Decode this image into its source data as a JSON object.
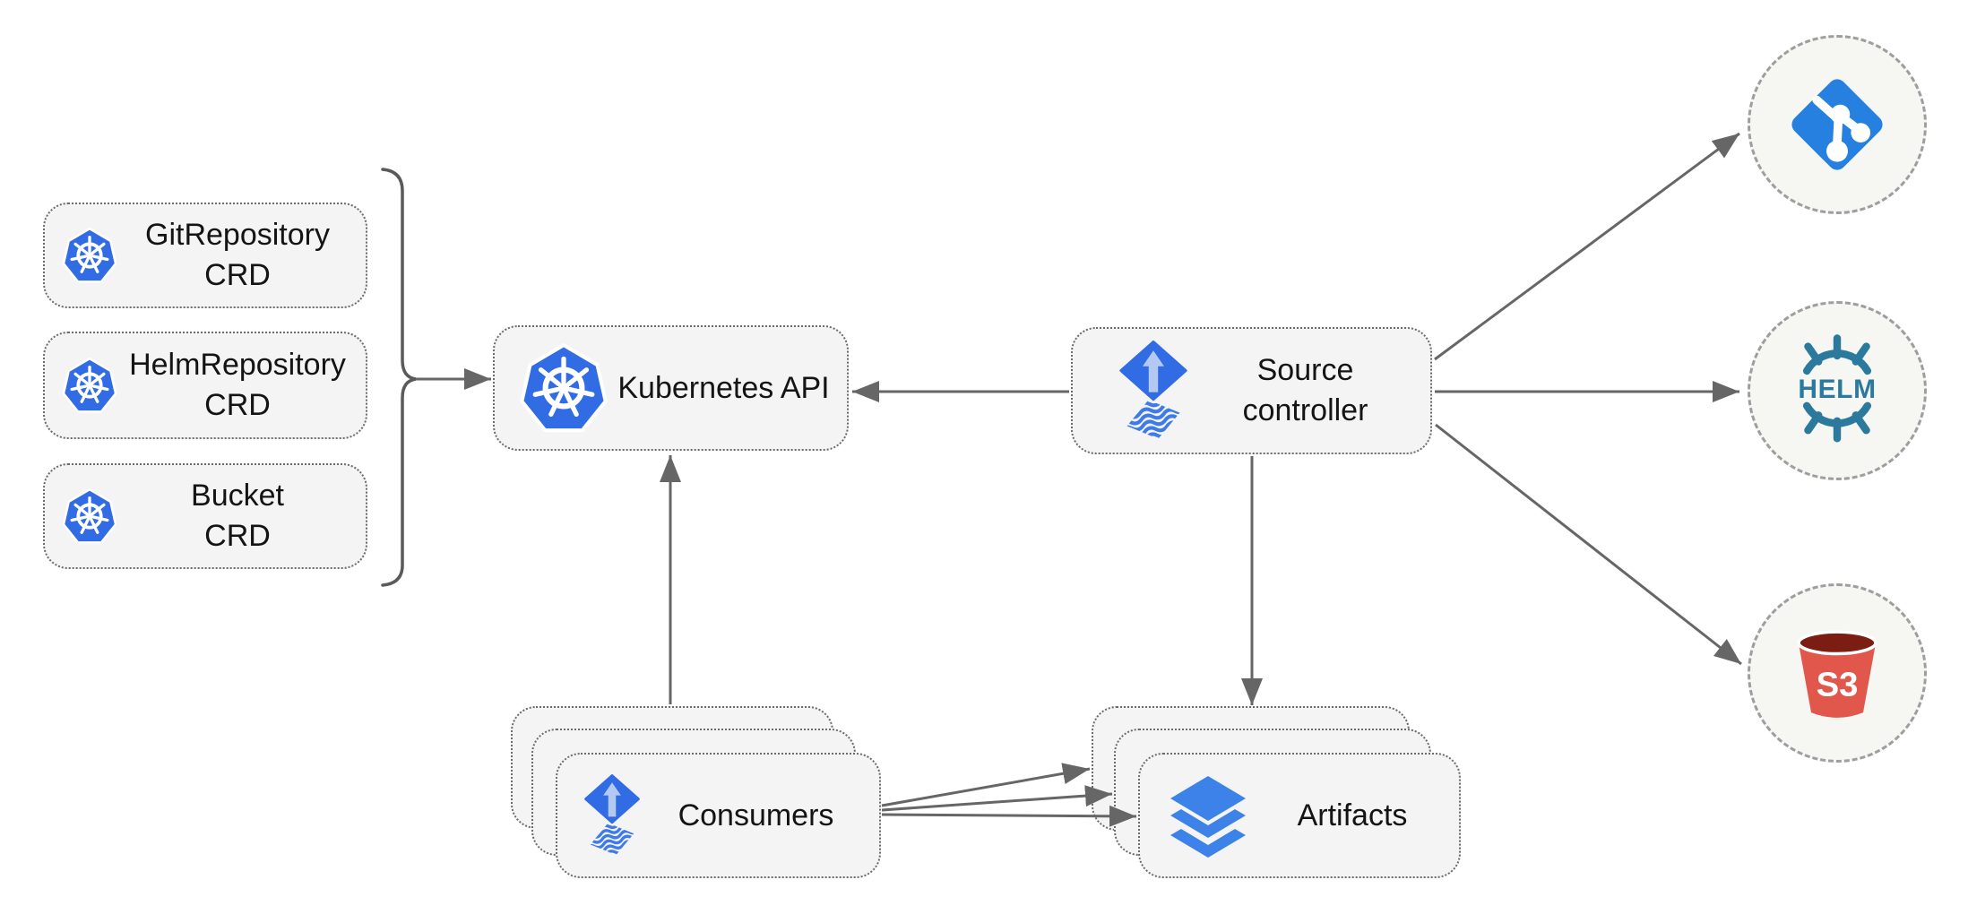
{
  "diagram": {
    "crds": [
      {
        "label": "GitRepository\nCRD"
      },
      {
        "label": "HelmRepository\nCRD"
      },
      {
        "label": "Bucket\nCRD"
      }
    ],
    "kubernetes_api": {
      "label": "Kubernetes API"
    },
    "source_controller": {
      "label": "Source\ncontroller"
    },
    "consumers": {
      "label": "Consumers"
    },
    "artifacts": {
      "label": "Artifacts"
    },
    "externals": {
      "helm_label": "HELM",
      "s3_label": "S3"
    },
    "icons": {
      "crd_icon": "kubernetes-icon",
      "api_icon": "kubernetes-icon",
      "controller_icon": "flux-icon",
      "consumers_icon": "flux-icon",
      "artifacts_icon": "layers-icon",
      "external_icons": [
        "git-icon",
        "helm-icon",
        "s3-icon"
      ]
    },
    "colors": {
      "kubernetes_blue": "#326ce5",
      "flux_blue": "#316ce4",
      "flux_arrow_light": "#b3c9f2",
      "flux_wave_blue": "#3e7ae8",
      "git_blue": "#2580e0",
      "helm_teal": "#2b7a9e",
      "s3_red": "#e2574c",
      "s3_dark_red": "#7b1d13",
      "layers_blue": "#3d82e8",
      "box_fill": "#f4f4f4",
      "box_border": "#6b6b6b",
      "circle_fill": "#f6f6f3",
      "circle_border": "#9e9e9e",
      "arrow_gray": "#666666",
      "text_color": "#141414"
    }
  }
}
